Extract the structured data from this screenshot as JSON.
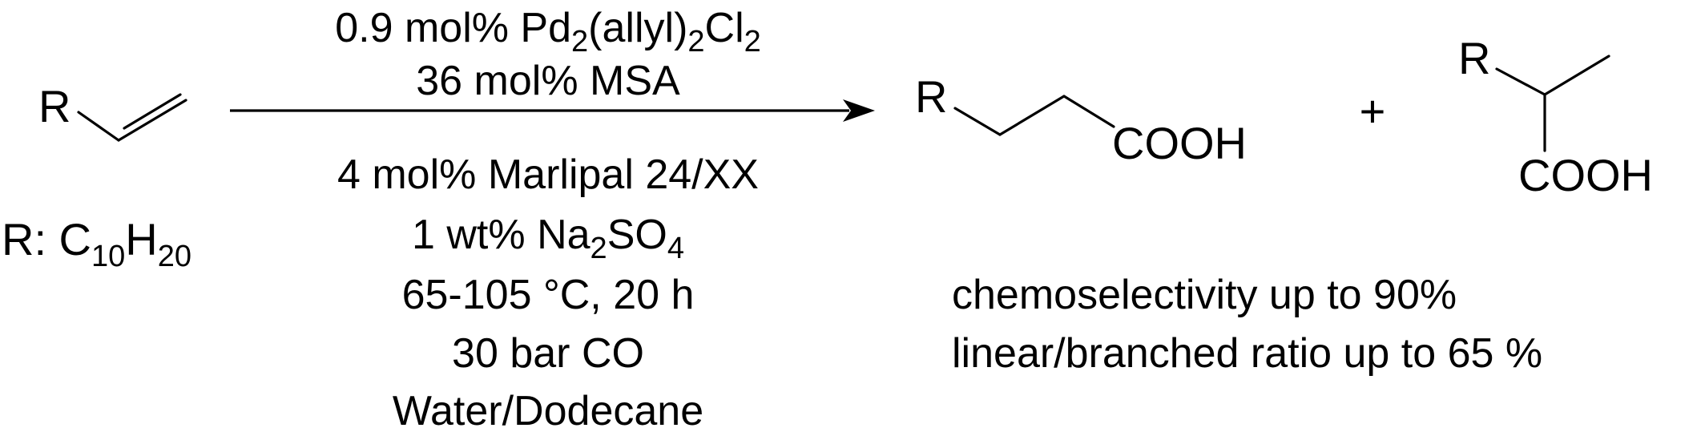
{
  "reactant": {
    "group_label": "R",
    "definition": {
      "prefix": "R: C",
      "sub1": "10",
      "mid": "H",
      "sub2": "20"
    }
  },
  "conditions_above": {
    "line1": {
      "text1": "0.9 mol% Pd",
      "sub1": "2",
      "text2": "(allyl)",
      "sub2": "2",
      "text3": "Cl",
      "sub3": "2"
    },
    "line2": "36 mol%  MSA"
  },
  "conditions_below": {
    "line1": "4 mol% Marlipal 24/XX",
    "line2": {
      "text1": "1 wt% Na",
      "sub1": "2",
      "text2": "SO",
      "sub2": "4"
    },
    "line3": "65-105 °C, 20 h",
    "line4": "30 bar CO",
    "line5": "Water/Dodecane"
  },
  "products": {
    "linear": {
      "r_label": "R",
      "group": "COOH"
    },
    "plus": "+",
    "branched": {
      "r_label": "R",
      "group": "COOH"
    }
  },
  "results": {
    "line1": "chemoselectivity up to  90%",
    "line2": "linear/branched ratio up to 65 %"
  }
}
